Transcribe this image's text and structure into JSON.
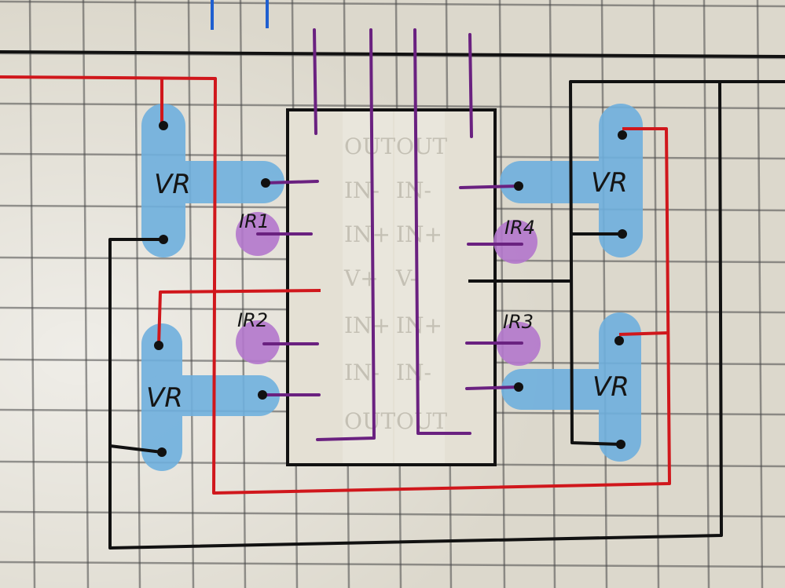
{
  "colors": {
    "grid": "#4a4a4a",
    "background": "#d8d4c8",
    "wire_black": "#111111",
    "wire_red": "#d0171c",
    "wire_purple": "#6a2180",
    "wire_blue": "#1f5fd0",
    "pad_blue": "#6fb0de",
    "pad_purple": "#b277cc",
    "chip_text": "#c4c0b4"
  },
  "chip": {
    "left_pins": [
      "OUT",
      "IN-",
      "IN+",
      "V+",
      "IN+",
      "IN-",
      "OUT"
    ],
    "right_pins": [
      "OUT",
      "IN-",
      "IN+",
      "V-",
      "IN+",
      "IN-",
      "OUT"
    ]
  },
  "pots": [
    {
      "id": "vr-top-left",
      "label": "VR"
    },
    {
      "id": "vr-bottom-left",
      "label": "VR"
    },
    {
      "id": "vr-top-right",
      "label": "VR"
    },
    {
      "id": "vr-bottom-right",
      "label": "VR"
    }
  ],
  "sensors": [
    {
      "id": "ir1",
      "label": "IR1"
    },
    {
      "id": "ir2",
      "label": "IR2"
    },
    {
      "id": "ir3",
      "label": "IR3"
    },
    {
      "id": "ir4",
      "label": "IR4"
    }
  ]
}
